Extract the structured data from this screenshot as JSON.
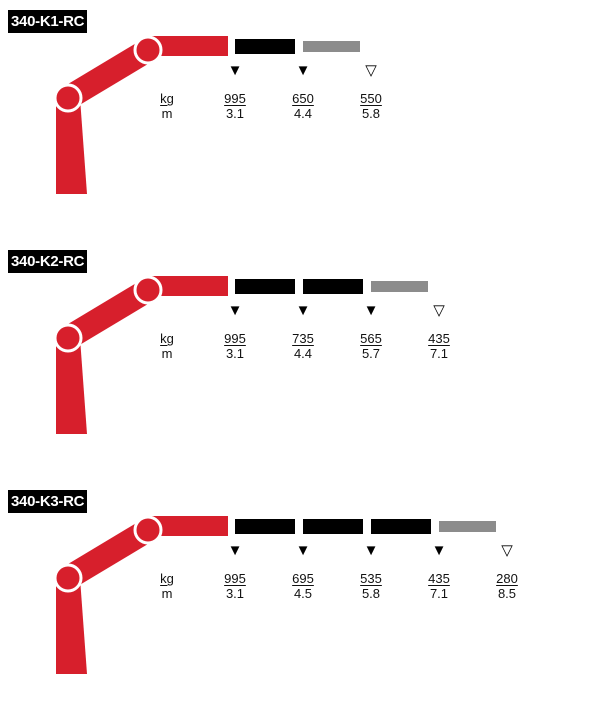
{
  "colors": {
    "boom_red": "#d71f2c",
    "extension_black": "#000000",
    "extension_gray": "#8c8c8c"
  },
  "models": [
    {
      "name": "340-K1-RC",
      "units": {
        "load": "kg",
        "reach": "m"
      },
      "extensions": [
        "black"
      ],
      "points": [
        {
          "kg": "995",
          "m": "3.1",
          "marker": "filled"
        },
        {
          "kg": "650",
          "m": "4.4",
          "marker": "filled"
        },
        {
          "kg": "550",
          "m": "5.8",
          "marker": "outline"
        }
      ]
    },
    {
      "name": "340-K2-RC",
      "units": {
        "load": "kg",
        "reach": "m"
      },
      "extensions": [
        "black",
        "black"
      ],
      "points": [
        {
          "kg": "995",
          "m": "3.1",
          "marker": "filled"
        },
        {
          "kg": "735",
          "m": "4.4",
          "marker": "filled"
        },
        {
          "kg": "565",
          "m": "5.7",
          "marker": "filled"
        },
        {
          "kg": "435",
          "m": "7.1",
          "marker": "outline"
        }
      ]
    },
    {
      "name": "340-K3-RC",
      "units": {
        "load": "kg",
        "reach": "m"
      },
      "extensions": [
        "black",
        "black",
        "black"
      ],
      "points": [
        {
          "kg": "995",
          "m": "3.1",
          "marker": "filled"
        },
        {
          "kg": "695",
          "m": "4.5",
          "marker": "filled"
        },
        {
          "kg": "535",
          "m": "5.8",
          "marker": "filled"
        },
        {
          "kg": "435",
          "m": "7.1",
          "marker": "filled"
        },
        {
          "kg": "280",
          "m": "8.5",
          "marker": "outline"
        }
      ]
    }
  ]
}
